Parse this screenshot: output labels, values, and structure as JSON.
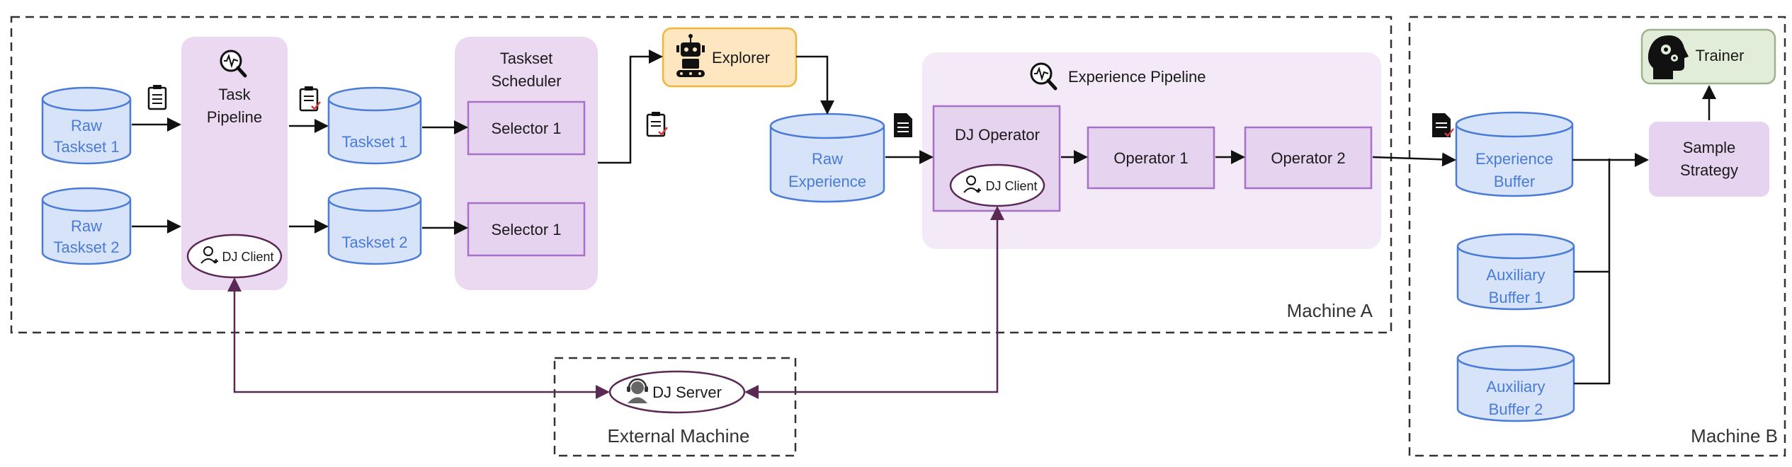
{
  "regions": {
    "machine_a": "Machine A",
    "machine_b": "Machine B",
    "external_machine": "External Machine"
  },
  "task_pipeline": {
    "line1": "Task",
    "line2": "Pipeline",
    "dj_client": "DJ Client"
  },
  "raw_taskset_1": {
    "line1": "Raw",
    "line2": "Taskset 1"
  },
  "raw_taskset_2": {
    "line1": "Raw",
    "line2": "Taskset 2"
  },
  "taskset_1": "Taskset 1",
  "taskset_2": "Taskset 2",
  "taskset_scheduler": {
    "line1": "Taskset",
    "line2": "Scheduler",
    "selector_top": "Selector 1",
    "selector_bottom": "Selector 1"
  },
  "explorer": "Explorer",
  "raw_experience": {
    "line1": "Raw",
    "line2": "Experience"
  },
  "experience_pipeline": {
    "title": "Experience Pipeline",
    "dj_operator": "DJ Operator",
    "dj_client": "DJ Client",
    "operator_1": "Operator 1",
    "operator_2": "Operator 2"
  },
  "experience_buffer": {
    "line1": "Experience",
    "line2": "Buffer"
  },
  "auxiliary_buffer_1": {
    "line1": "Auxiliary",
    "line2": "Buffer 1"
  },
  "auxiliary_buffer_2": {
    "line1": "Auxiliary",
    "line2": "Buffer 2"
  },
  "sample_strategy": {
    "line1": "Sample",
    "line2": "Strategy"
  },
  "trainer": "Trainer",
  "dj_server": "DJ Server",
  "icons": {
    "pipeline": "magnifier-waveform-icon",
    "clipboard": "clipboard-icon",
    "clipboard_checked": "clipboard-check-icon",
    "document": "document-icon",
    "document_checked": "document-check-icon",
    "robot": "robot-icon",
    "brain": "head-gears-icon",
    "user": "user-add-icon",
    "headset": "headset-user-icon"
  },
  "colors": {
    "cylinder_fill": "#d6e3f8",
    "cylinder_stroke": "#4a7bd6",
    "pipeline_fill": "#ead9f0",
    "light_region_fill": "#f3e9f7",
    "operator_stroke": "#a772c6",
    "explorer_fill": "#fde6c0",
    "explorer_stroke": "#f0b53c",
    "trainer_fill": "#e1ecd9",
    "trainer_stroke": "#9db38d",
    "dj_link": "#5a2a55"
  }
}
